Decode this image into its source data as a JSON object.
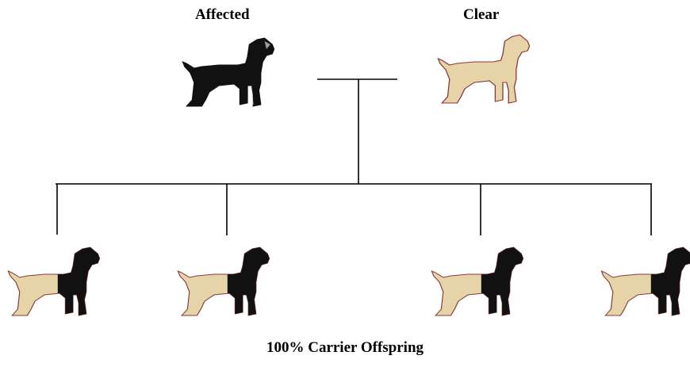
{
  "parents": {
    "affected_label": "Affected",
    "clear_label": "Clear"
  },
  "caption": "100% Carrier Offspring",
  "colors": {
    "affected": "#111111",
    "clear": "#e6d3a8",
    "clear_outline": "#8b3a3a",
    "lines": "#000000"
  }
}
